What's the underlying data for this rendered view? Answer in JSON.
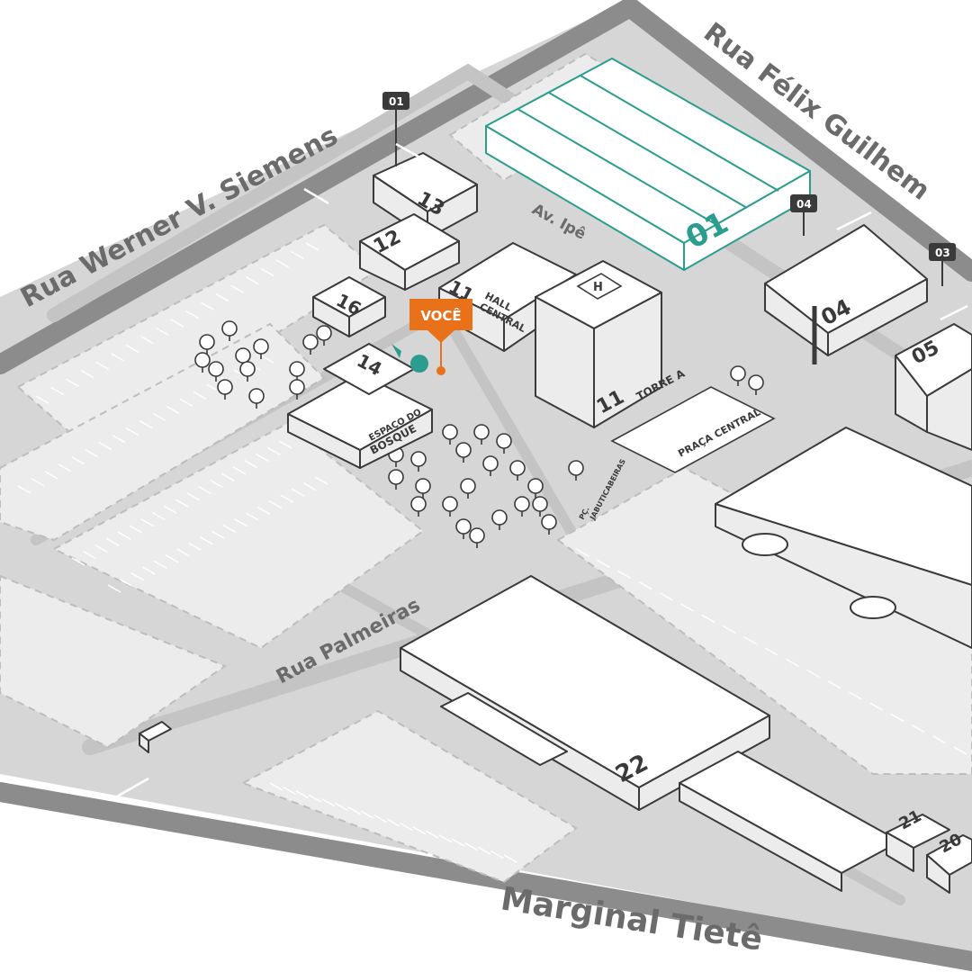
{
  "streets": {
    "werner": "Rua Werner V. Siemens",
    "felix": "Rua Félix Guilhem",
    "marginal": "Marginal Tietê",
    "palmeiras": "Rua Palmeiras",
    "ipe": "Av. Ipê"
  },
  "you_marker": "VOCÊ",
  "buildings": {
    "b01": "01",
    "b04": "04",
    "b05": "05",
    "b11_hall": "11",
    "b11_torre": "11",
    "b12": "12",
    "b13": "13",
    "b14": "14",
    "b16": "16",
    "b20": "20",
    "b21": "21",
    "b22": "22",
    "hall_line1": "HALL",
    "hall_line2": "CENTRAL",
    "torre": "TORRE A",
    "espaco_line1": "ESPAÇO DO",
    "espaco_line2": "BOSQUE",
    "helipad": "H"
  },
  "places": {
    "praca": "PRAÇA CENTRAL",
    "jabuti_line1": "PÇ.",
    "jabuti_line2": "JABUTICABEIRAS"
  },
  "gates": {
    "g01": "01",
    "g03": "03",
    "g04": "04"
  },
  "colors": {
    "road": "#8c8c8c",
    "ground": "#d6d6d6",
    "highlight": "#2a9d8f",
    "you": "#e8711a"
  }
}
